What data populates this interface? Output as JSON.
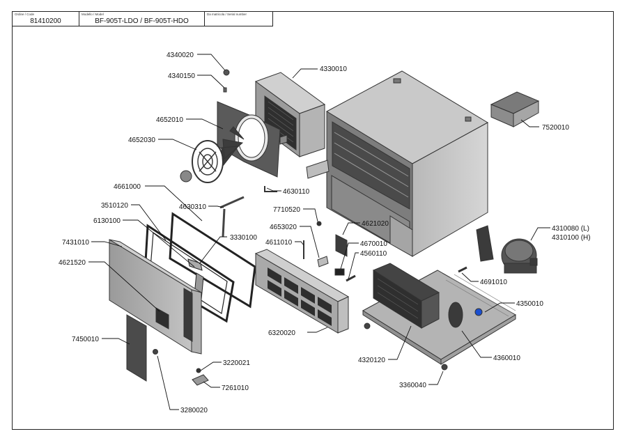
{
  "title_block": {
    "order_caption": "Ordine / Code",
    "order_value": "81410200",
    "model_caption": "Modello / Model",
    "model_value": "BF-905T-LDO / BF-905T-HDO",
    "serial_caption": "Da matricola / Serial number",
    "serial_value": ""
  },
  "parts": [
    "4340020",
    "4340150",
    "4330010",
    "4652010",
    "4652030",
    "7520010",
    "4630110",
    "4661000",
    "4630310",
    "3510120",
    "7710520",
    "6130100",
    "4653020",
    "4621020",
    "3330100",
    "7431010",
    "4611010",
    "4670010",
    "4560110",
    "4310080 (L)",
    "4310100 (H)",
    "4621520",
    "4691010",
    "4350010",
    "6320020",
    "7450010",
    "3220021",
    "4320120",
    "4360010",
    "7261010",
    "3360040",
    "3280020"
  ]
}
